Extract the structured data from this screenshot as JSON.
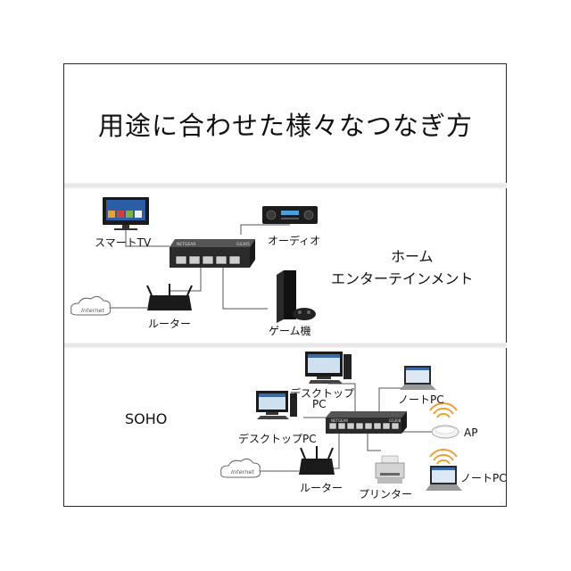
{
  "title": "用途に合わせた様々なつなぎ方",
  "home": {
    "heading_line1": "ホーム",
    "heading_line2": "エンターテインメント",
    "switch_brand": "NETGEAR",
    "switch_model": "GS305",
    "labels": {
      "smart_tv": "スマートTV",
      "audio": "オーディオ",
      "router": "ルーター",
      "game": "ゲーム機",
      "internet": "Internet"
    }
  },
  "soho": {
    "heading": "SOHO",
    "switch_brand": "NETGEAR",
    "switch_model": "GS308",
    "labels": {
      "desktop_top_line1": "デスクトップ",
      "desktop_top_line2": "PC",
      "desktop_left": "デスクトップPC",
      "notebook_top": "ノートPC",
      "ap": "AP",
      "notebook_bottom": "ノートPC",
      "router": "ルーター",
      "printer": "プリンター",
      "internet": "Internet"
    }
  }
}
